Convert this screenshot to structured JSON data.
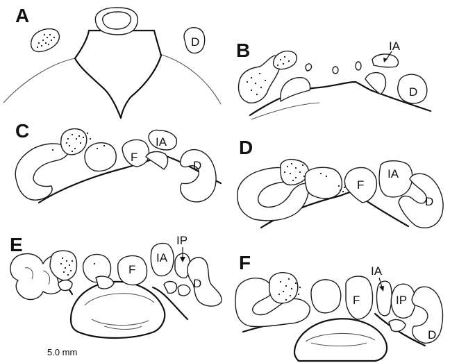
{
  "panels": {
    "A": {
      "letter": "A",
      "labels": {
        "D": "D"
      }
    },
    "B": {
      "letter": "B",
      "labels": {
        "IA": "IA",
        "D": "D"
      }
    },
    "C": {
      "letter": "C",
      "labels": {
        "F": "F",
        "IA": "IA",
        "D": "D"
      }
    },
    "D": {
      "letter": "D",
      "labels": {
        "F": "F",
        "IA": "IA",
        "D": "D"
      }
    },
    "E": {
      "letter": "E",
      "labels": {
        "F": "F",
        "IA": "IA",
        "IP": "IP",
        "D": "D"
      }
    },
    "F": {
      "letter": "F",
      "labels": {
        "F": "F",
        "IA": "IA",
        "IP": "IP",
        "D": "D"
      }
    }
  },
  "scale_bar": {
    "label": "5.0 mm"
  },
  "colors": {
    "ink": "#111111",
    "background": "#ffffff"
  }
}
